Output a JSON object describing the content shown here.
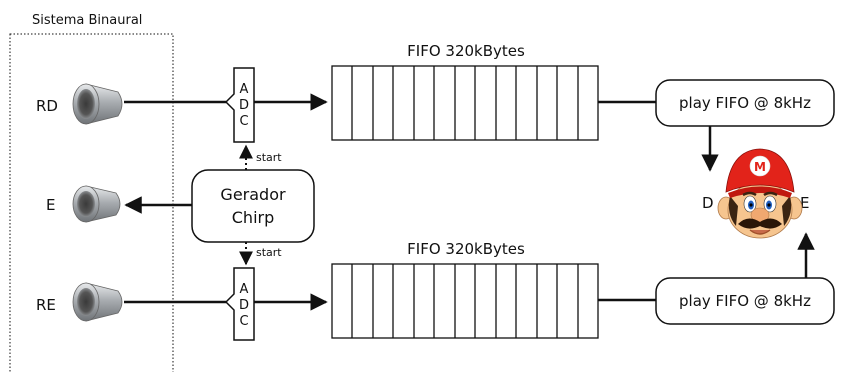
{
  "diagram": {
    "system_label": "Sistema Binaural",
    "mics": {
      "right": "RD",
      "emitter": "E",
      "left": "RE"
    },
    "adc_letters": [
      "A",
      "D",
      "C"
    ],
    "start_label": "start",
    "generator": {
      "line1": "Gerador",
      "line2": "Chirp"
    },
    "fifo_top": "FIFO 320kBytes",
    "fifo_bottom": "FIFO 320kBytes",
    "play_top": "play FIFO @ 8kHz",
    "play_bottom": "play FIFO @ 8kHz",
    "ear_right": "D",
    "ear_left": "E",
    "head_icon": "mario-head-icon",
    "mario_cap_letter": "M",
    "colors": {
      "line": "#111111",
      "mic_body": "#b9bcbf",
      "cap_red": "#e2231a",
      "skin": "#f6c58f"
    }
  }
}
